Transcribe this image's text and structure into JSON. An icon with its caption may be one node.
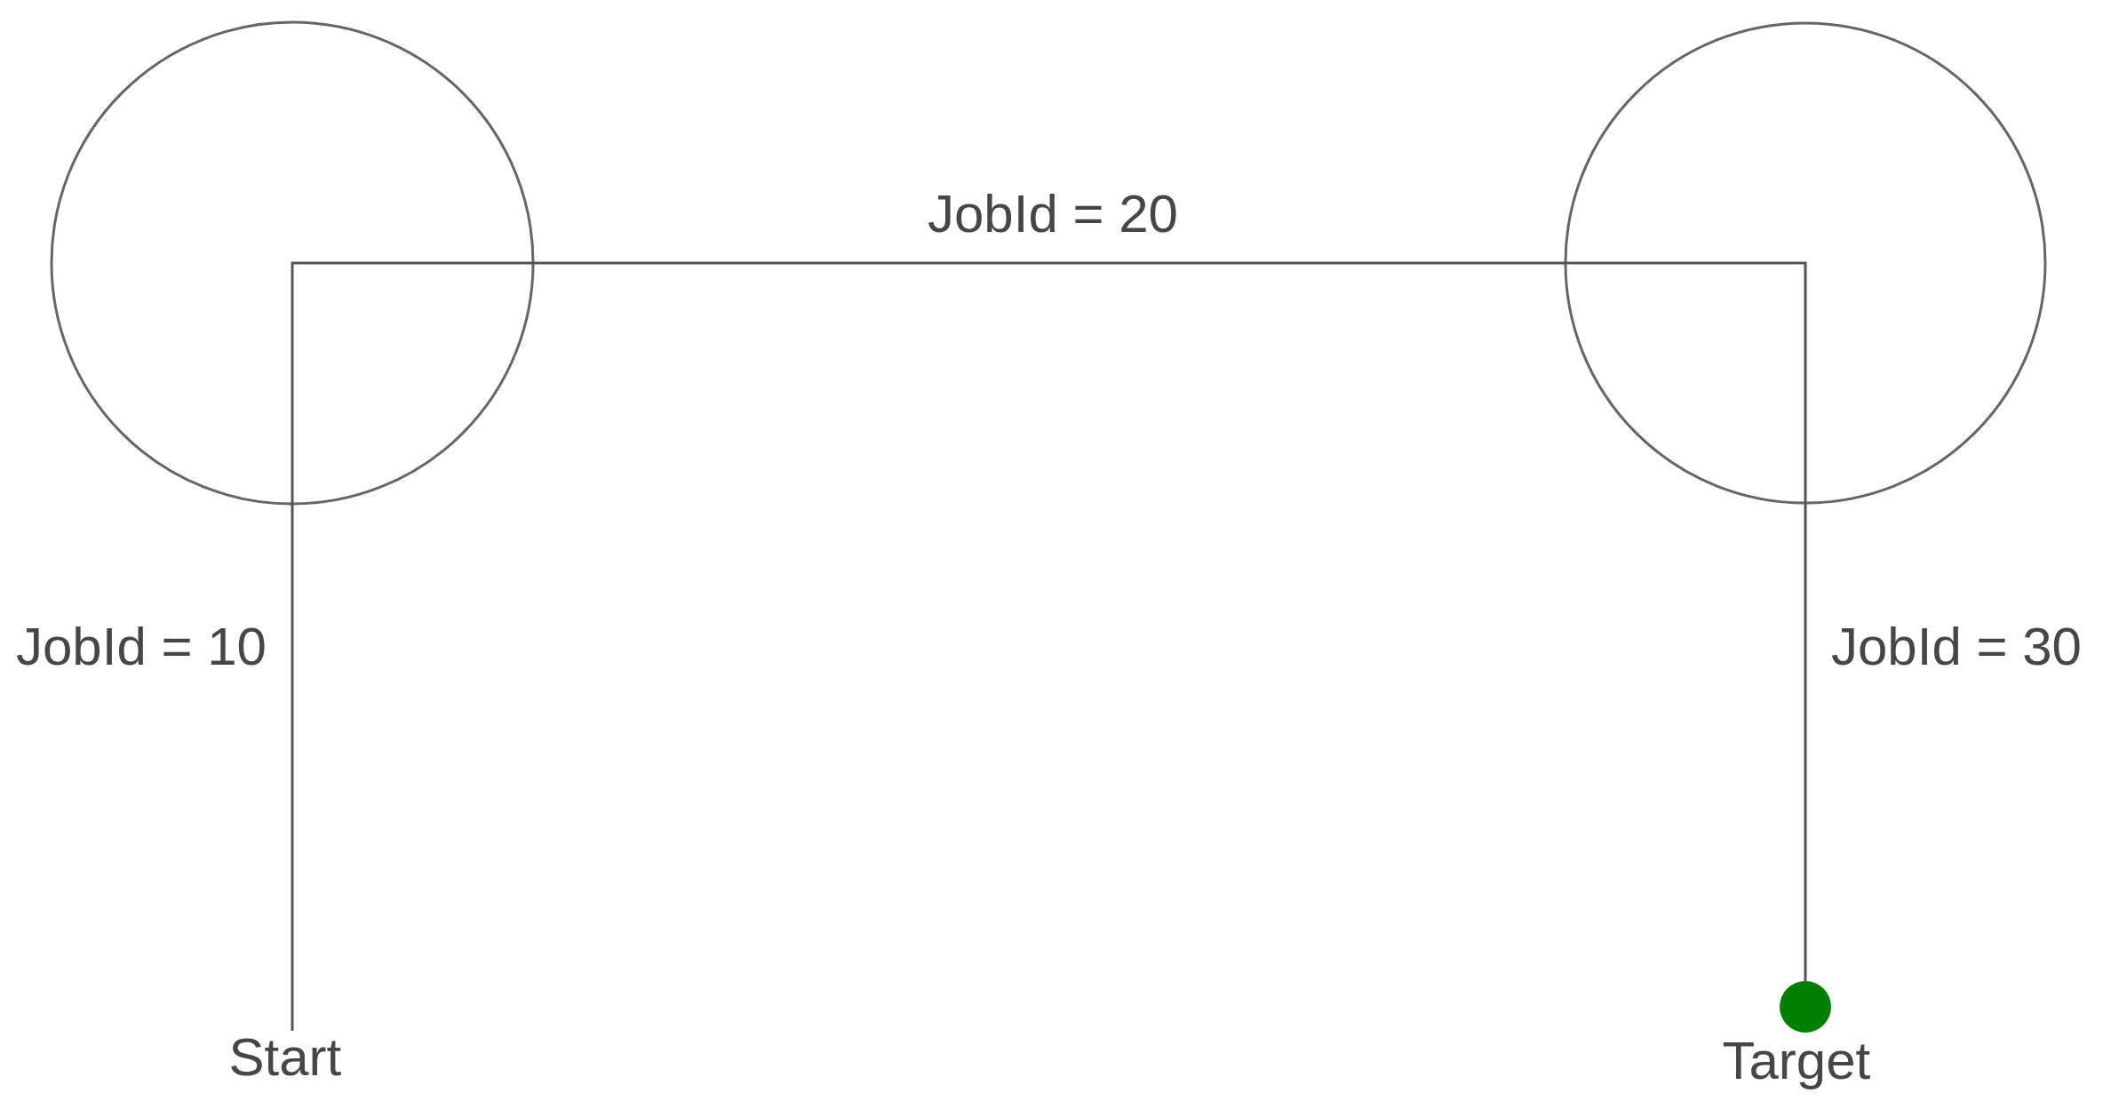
{
  "diagram": {
    "nodes": [
      {
        "text": [
          "Start"
        ]
      },
      {
        "text": [],
        "shape": "circle"
      },
      {
        "text": [],
        "shape": "circle"
      },
      {
        "text": [],
        "shape": "circle",
        "beside": [
          "Target"
        ]
      }
    ],
    "edges": [
      {
        "from": 0,
        "to": 1,
        "arrow": "none",
        "label": "JobId = 10"
      },
      {
        "from": 1,
        "to": 2,
        "arrow": "none",
        "label": "JobId = 20"
      },
      {
        "from": 2,
        "to": 3,
        "arrow": "none",
        "label": "JobId = 30"
      }
    ]
  }
}
